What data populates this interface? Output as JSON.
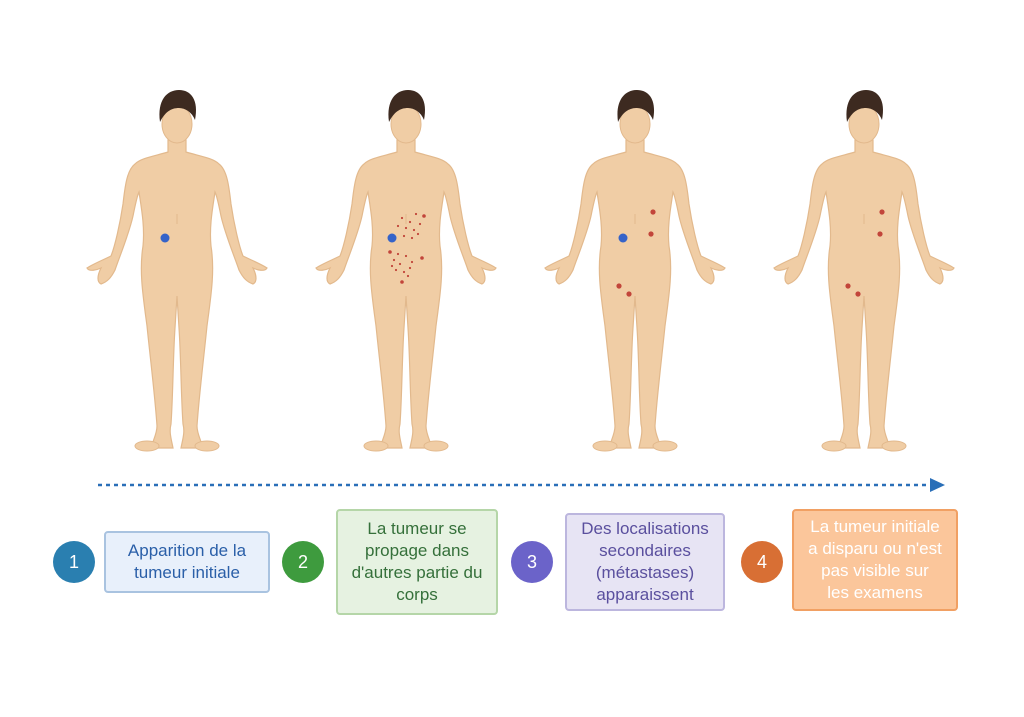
{
  "steps": [
    {
      "number": "1",
      "color": "#2a7fb0",
      "box_bg": "#e8f0fb",
      "box_border": "#a9c3e0",
      "text_color": "#2a5fa8",
      "lines": [
        "Apparition de la",
        "tumeur initiale"
      ]
    },
    {
      "number": "2",
      "color": "#3e9b3e",
      "box_bg": "#e6f2e1",
      "box_border": "#b5d6a8",
      "text_color": "#35703a",
      "lines": [
        "La tumeur se",
        "propage dans",
        "d'autres partie du",
        "corps"
      ]
    },
    {
      "number": "3",
      "color": "#6b63c9",
      "box_bg": "#e7e4f4",
      "box_border": "#bcb6de",
      "text_color": "#5a4f9e",
      "lines": [
        "Des localisations",
        "secondaires",
        "(métastases)",
        "apparaissent"
      ]
    },
    {
      "number": "4",
      "color": "#d86f34",
      "box_bg": "#fbc69b",
      "box_border": "#f1a063",
      "text_color": "#ffffff",
      "lines": [
        "La tumeur initiale",
        "a disparu ou n'est",
        "pas visible sur",
        "les examens"
      ]
    }
  ],
  "colors": {
    "skin": "#f0cda5",
    "skin_shade": "#e2b98d",
    "hair": "#3d2a20",
    "tumor": "#3563c9",
    "metastasis": "#c2453a",
    "arrow": "#2a6fb8"
  },
  "icons": [
    "human-body-icon",
    "tumor-icon",
    "metastasis-icon",
    "dotted-arrow-icon"
  ]
}
